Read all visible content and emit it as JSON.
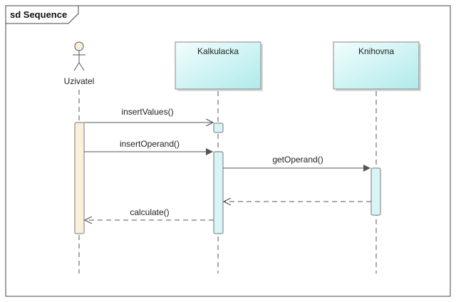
{
  "frame": {
    "title": "sd Sequence"
  },
  "participants": [
    {
      "id": "uzivatel",
      "name": "Uzivatel",
      "kind": "actor"
    },
    {
      "id": "kalkulacka",
      "name": "Kalkulacka",
      "kind": "object"
    },
    {
      "id": "knihovna",
      "name": "Knihovna",
      "kind": "object"
    }
  ],
  "messages": [
    {
      "from": "uzivatel",
      "to": "kalkulacka",
      "label": "insertValues()",
      "style": "sync"
    },
    {
      "from": "uzivatel",
      "to": "kalkulacka",
      "label": "insertOperand()",
      "style": "sync"
    },
    {
      "from": "kalkulacka",
      "to": "knihovna",
      "label": "getOperand()",
      "style": "sync"
    },
    {
      "from": "knihovna",
      "to": "kalkulacka",
      "label": "",
      "style": "return"
    },
    {
      "from": "kalkulacka",
      "to": "uzivatel",
      "label": "calculate()",
      "style": "return"
    }
  ],
  "colors": {
    "frame": "#333333",
    "lifeline_box_light": "#eefcfc",
    "lifeline_box_dark": "#b5ecec",
    "activation_object": "#d8f5f5",
    "activation_actor": "#fbf0dc",
    "actor_head": "#fbf0dc",
    "line": "#555555"
  }
}
